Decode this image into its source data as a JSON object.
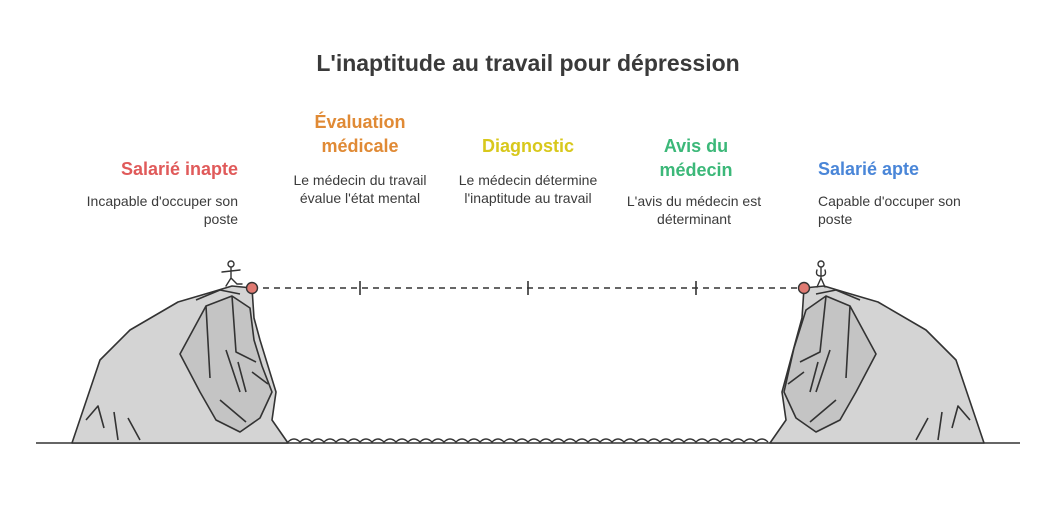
{
  "title": "L'inaptitude au travail pour dépression",
  "left": {
    "heading": "Salarié inapte",
    "description": "Incapable d'occuper son poste",
    "color": "#e05a5a"
  },
  "right": {
    "heading": "Salarié apte",
    "description": "Capable d'occuper son poste",
    "color": "#4a86d8"
  },
  "steps": [
    {
      "heading": "Évaluation médicale",
      "description": "Le médecin du travail évalue l'état mental",
      "color": "#e08a35"
    },
    {
      "heading": "Diagnostic",
      "description": "Le médecin détermine l'inaptitude au travail",
      "color": "#d8c81c"
    },
    {
      "heading": "Avis du médecin",
      "description": "L'avis du médecin est déterminant",
      "color": "#3cb879"
    }
  ],
  "marker_color": "#e07a72"
}
